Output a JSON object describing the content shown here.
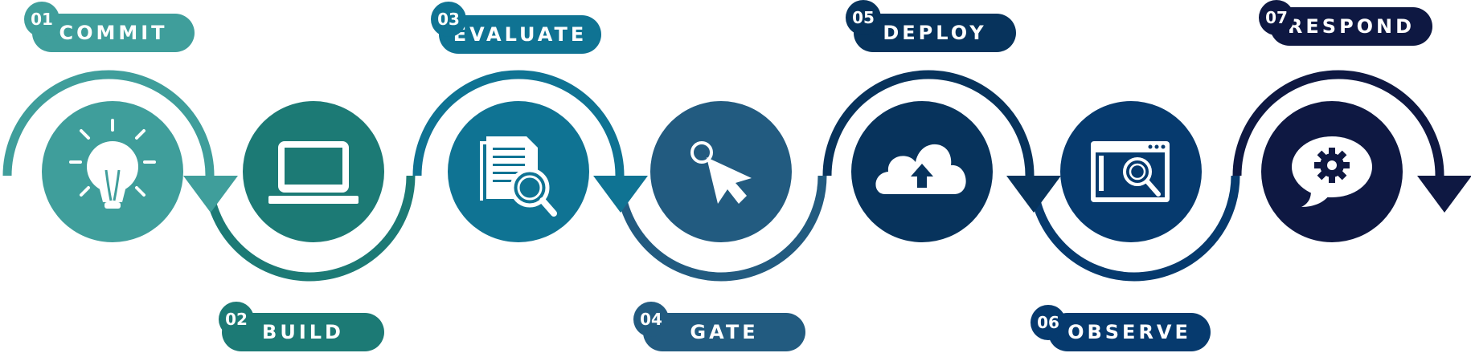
{
  "colors": {
    "step1": "#3f9e9b",
    "step2": "#1c7a75",
    "step3": "#0f7393",
    "step4": "#225b80",
    "step5": "#07335c",
    "step6": "#063a6e",
    "step7": "#0e1842",
    "icon": "#ffffff"
  },
  "steps": [
    {
      "number": "01",
      "label": "COMMIT",
      "icon": "lightbulb-icon"
    },
    {
      "number": "02",
      "label": "BUILD",
      "icon": "laptop-icon"
    },
    {
      "number": "03",
      "label": "EVALUATE",
      "icon": "document-search-icon"
    },
    {
      "number": "04",
      "label": "GATE",
      "icon": "cursor-click-icon"
    },
    {
      "number": "05",
      "label": "DEPLOY",
      "icon": "cloud-upload-icon"
    },
    {
      "number": "06",
      "label": "OBSERVE",
      "icon": "browser-search-icon"
    },
    {
      "number": "07",
      "label": "RESPOND",
      "icon": "chat-gear-icon"
    }
  ]
}
